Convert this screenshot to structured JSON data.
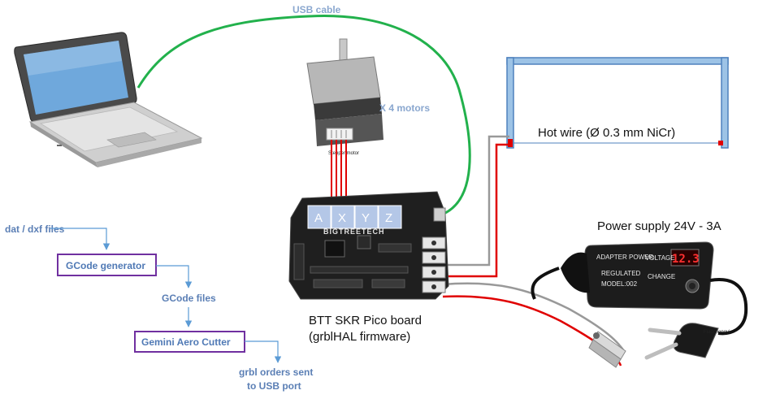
{
  "labels": {
    "usb_cable": "USB cable",
    "motors": "X 4 motors",
    "stepper_motor": "Stepper motor",
    "hot_wire": "Hot wire (Ø 0.3 mm NiCr)",
    "power_supply": "Power supply 24V - 3A",
    "board_line1": "BTT SKR Pico board",
    "board_line2": "(grblHAL firmware)",
    "board_brand": "BIGTREETECH",
    "flow_input": "dat / dxf files",
    "gcode_generator": "GCode generator",
    "gcode_files": "GCode files",
    "gemini": "Gemini Aero Cutter",
    "grbl_line1": "grbl orders sent",
    "grbl_line2": "to USB port"
  },
  "axes": [
    "A",
    "X",
    "Y",
    "Z"
  ],
  "power_unit": {
    "brand": "ADAPTER POWER",
    "voltage_label": "VOLTAGE",
    "regulated": "REGULATED",
    "model": "MODEL:002",
    "change": "CHANGE",
    "display": "12.3",
    "watermark": "Fiaochongyi"
  },
  "colors": {
    "usb_cable": "#22b14c",
    "frame": "#4f81bd",
    "frame_fill": "#9dc3e6",
    "flow_box_border": "#7030a0",
    "flow_arrow": "#5b9bd5",
    "wire_red": "#e00000",
    "wire_grey": "#999999",
    "axis_cell": "#b4c7e7"
  }
}
